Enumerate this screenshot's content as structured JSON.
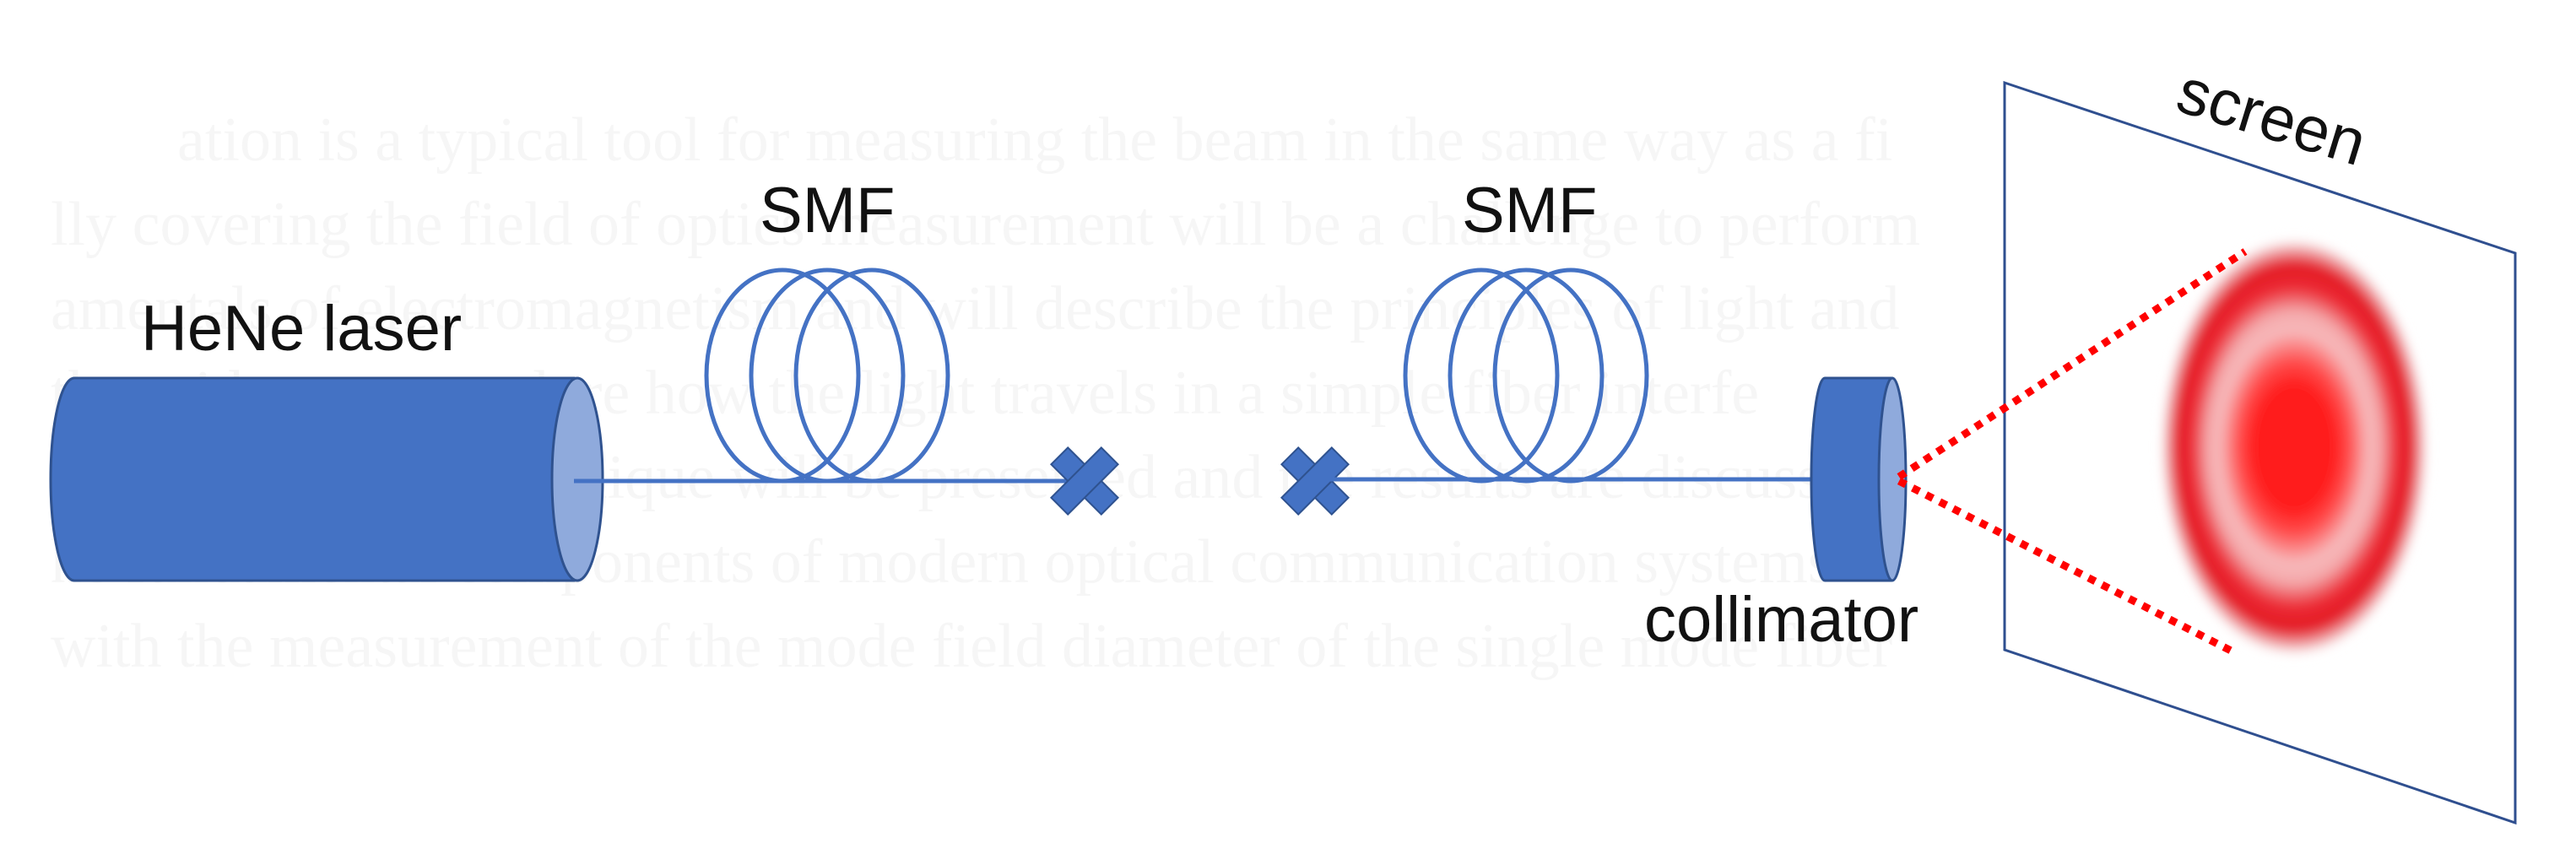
{
  "labels": {
    "laser": "HeNe laser",
    "smf_left": "SMF",
    "smf_right": "SMF",
    "collimator": "collimator",
    "screen": "screen"
  },
  "colors": {
    "component_fill": "#4472c4",
    "component_face": "#8faadc",
    "component_stroke": "#2f528f",
    "fiber": "#4472c4",
    "beam": "#ff0000",
    "spot_core": "#ff1a1a",
    "screen_outline": "#2f4f8f"
  },
  "icons": {
    "connector_left": "cross-icon",
    "connector_right": "cross-icon"
  }
}
